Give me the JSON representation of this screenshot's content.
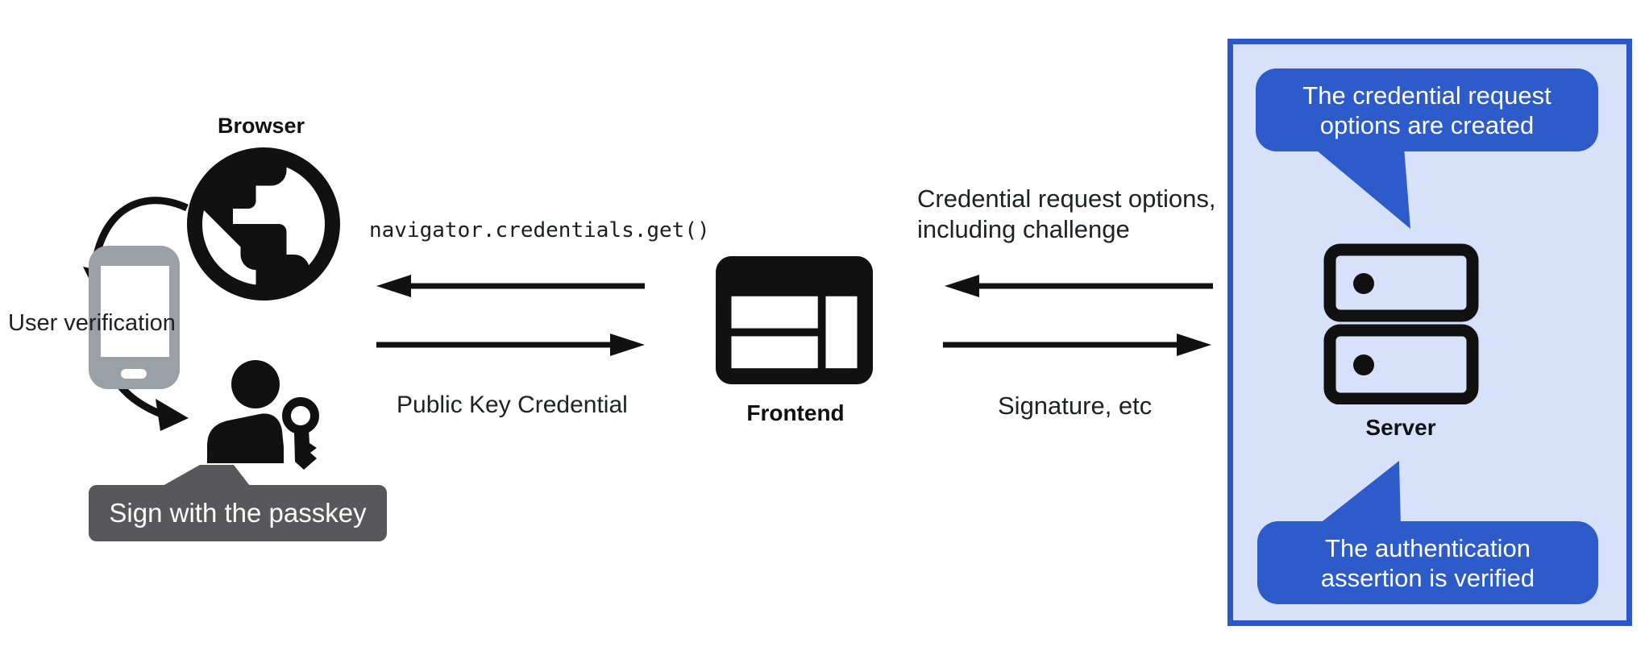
{
  "left": {
    "browser_label": "Browser",
    "user_verification": "User verification",
    "tooltip": "Sign with the passkey"
  },
  "middle": {
    "code": "navigator.credentials.get()",
    "public_key": "Public Key Credential",
    "frontend_label": "Frontend"
  },
  "right": {
    "request_line1": "Credential request options,",
    "request_line2": "including challenge",
    "signature": "Signature, etc"
  },
  "panel": {
    "server_label": "Server",
    "bubble_top": {
      "line1": "The credential request",
      "line2": "options are created"
    },
    "bubble_bottom": {
      "line1": "The authentication",
      "line2": "assertion is verified"
    }
  },
  "colors": {
    "bubble_blue": "#2d5bc9",
    "panel_background": "#d7e2fa",
    "panel_border": "#2d56c6",
    "tooltip_gray": "#58585b",
    "phone_gray": "#9aa0a6",
    "icon_black": "#111111",
    "text_black": "#202124"
  },
  "icons": {
    "browser": "globe-icon",
    "authenticator": "smartphone-icon",
    "user": "person-passkey-icon",
    "frontend": "web-layout-icon",
    "server": "server-stack-icon"
  }
}
